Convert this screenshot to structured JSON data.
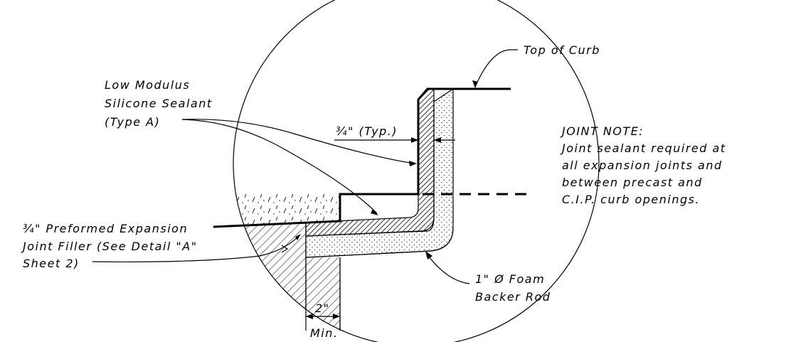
{
  "labels": {
    "top_of_curb": "Top of Curb",
    "sealant_line1": "Low Modulus",
    "sealant_line2": "Silicone Sealant",
    "sealant_line3": "(Type A)",
    "typ_dim": "¾\" (Typ.)",
    "note_title": "JOINT NOTE:",
    "note_line1": "Joint sealant required at",
    "note_line2": "all expansion joints and",
    "note_line3": "between precast and",
    "note_line4": "C.I.P. curb openings.",
    "filler_line1": "¾\" Preformed Expansion",
    "filler_line2": "Joint Filler (See Detail \"A\"",
    "filler_line3": "Sheet 2)",
    "backer_line1": "1\" Ø Foam",
    "backer_line2": "Backer Rod",
    "min_dim": "2\"",
    "min_label": "Min."
  }
}
